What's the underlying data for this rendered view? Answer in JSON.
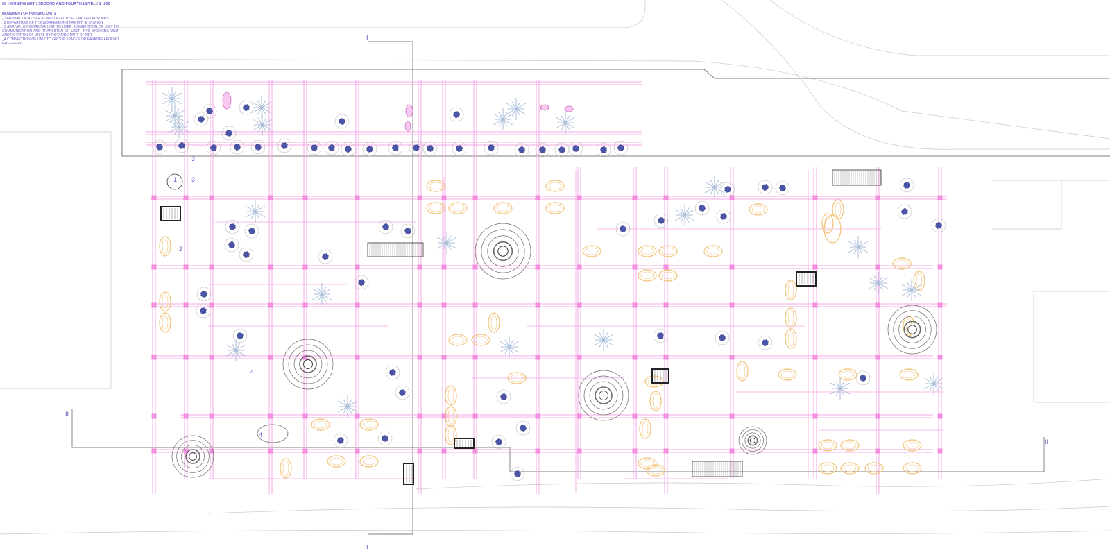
{
  "title": "05 HOUSING NET / SECOND AND FOURTH LEVEL / 1 :250",
  "legend": {
    "heading": "MOVEMENT OF HOUSING UNITS",
    "items": [
      "_1 ARRIVAL OF A USER AT NET LEVEL BY ELEVATOR OR STAIRS",
      "_2 DEPARTURE OF THE WORKING UNIT FROM THE STATION",
      "_3 ARRIVAL OF WORKING UNIT TO USER, CONNECTION OF UNIT TO COMMUNICATION AND TRANSITION OF USER INTO WORKING UNIT AND ROTATION OF UNITS BY ROTATING PART OF NET",
      "_4 CONNECTION OF UNIT TO GROUP SPACES OR PARKING AROUND GREENERY"
    ]
  },
  "section_marks": {
    "top": "I",
    "bottom": "I",
    "left": "II",
    "right": "II"
  },
  "unit_markers": [
    "1",
    "2",
    "3",
    "3",
    "4",
    "4"
  ],
  "colors": {
    "grid": "#f4a6e6",
    "node": "#f48fe0",
    "unit": "#f2c276",
    "tree": "#4a55a8",
    "text": "#6a5cc8"
  }
}
